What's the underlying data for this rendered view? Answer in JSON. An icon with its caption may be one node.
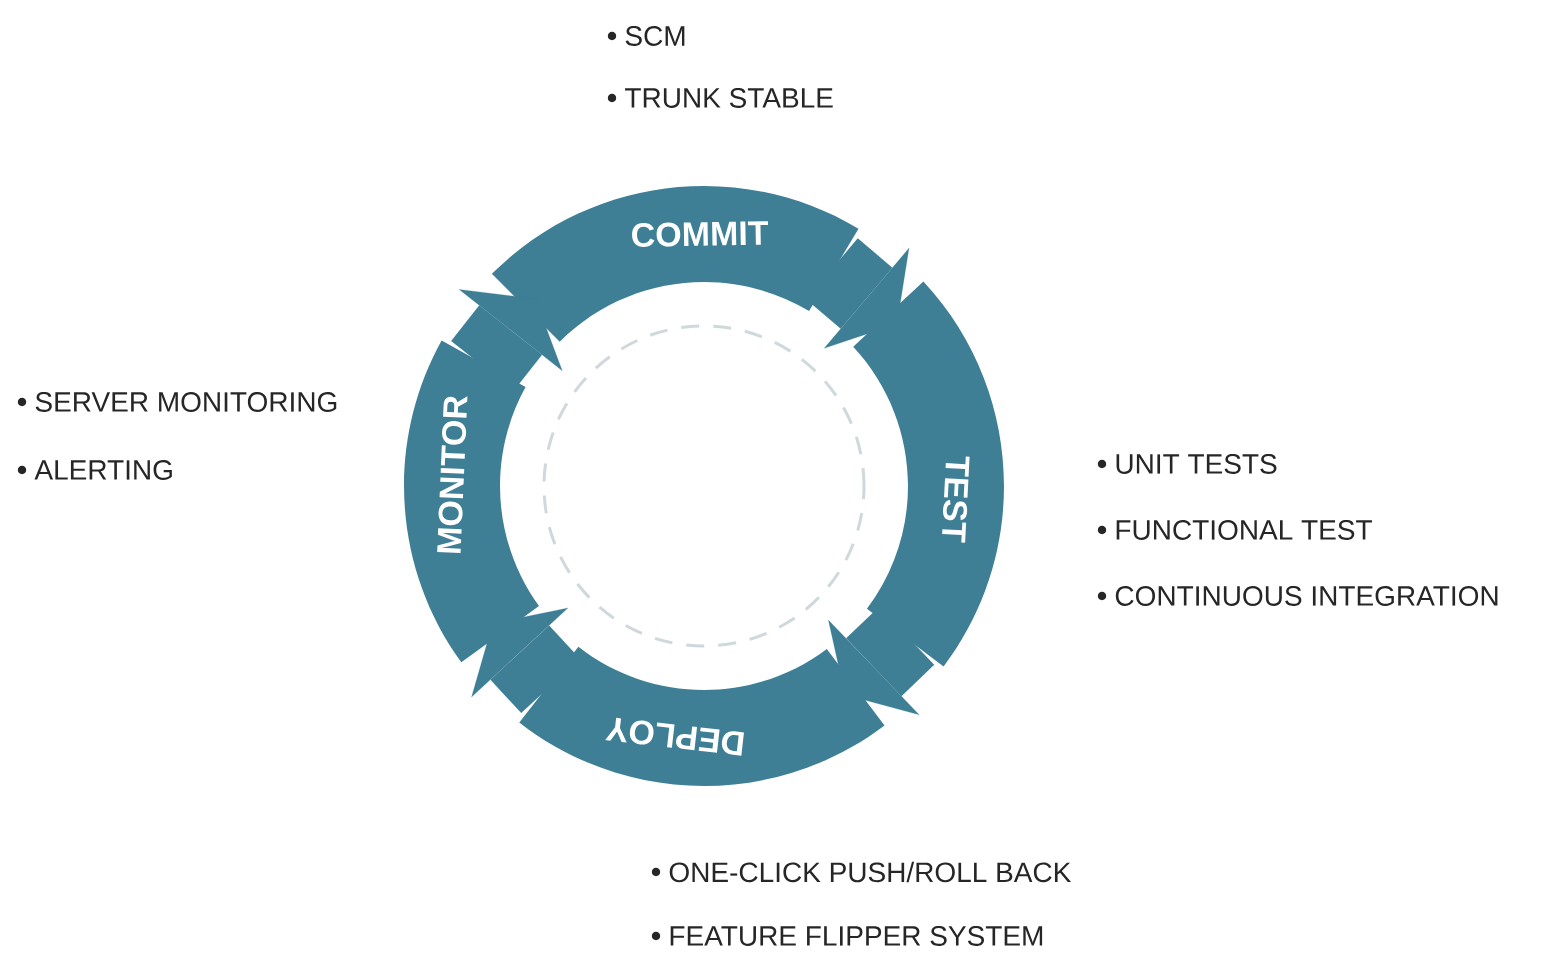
{
  "diagram": {
    "nodes": [
      {
        "text": [
          "COMMIT"
        ],
        "beside": [
          "SCM",
          "TRUNK STABLE"
        ]
      },
      {
        "text": [
          "TEST"
        ],
        "beside": [
          "UNIT TESTS",
          "FUNCTIONAL TEST",
          "CONTINUOUS INTEGRATION"
        ]
      },
      {
        "text": [
          "DEPLOY"
        ],
        "beside": [
          "ONE-CLICK PUSH/ROLL BACK",
          "FEATURE FLIPPER SYSTEM"
        ]
      },
      {
        "text": [
          "MONITOR"
        ],
        "beside": [
          "SERVER MONITORING",
          "ALERTING"
        ]
      },
      {
        "text": [],
        "shape": "circle"
      }
    ],
    "edges": [
      {
        "from": 0,
        "to": 1,
        "arrow": "to"
      },
      {
        "from": 1,
        "to": 2,
        "arrow": "to"
      },
      {
        "from": 2,
        "to": 3,
        "arrow": "to"
      },
      {
        "from": 3,
        "to": 0,
        "arrow": "to"
      }
    ]
  }
}
